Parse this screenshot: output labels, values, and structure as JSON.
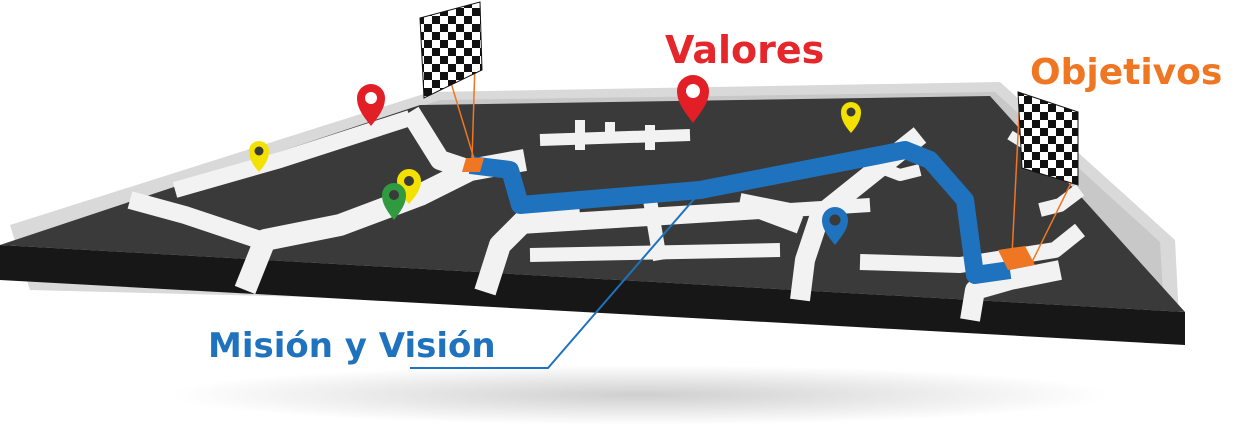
{
  "labels": {
    "valores": "Valores",
    "objetivos": "Objetivos",
    "mision": "Misión y Visión"
  },
  "colors": {
    "valores": "#e5262b",
    "objetivos": "#ef7622",
    "mision": "#1f72bd",
    "route": "#1f72bd",
    "map_surface": "#3a3a3a",
    "map_side": "#171717",
    "roads": "#f2f2f2",
    "pin_yellow": "#f3e200",
    "pin_green": "#2f9a3f",
    "pin_red": "#e21e26",
    "pin_blue": "#1f72bd"
  },
  "icons": {
    "start": "checkered-flag-icon",
    "finish": "checkered-flag-icon",
    "pins": [
      "map-pin-icon"
    ]
  }
}
